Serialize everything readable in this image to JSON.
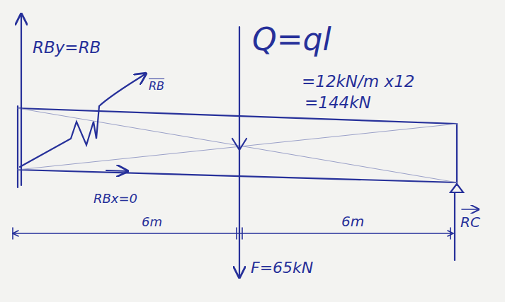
{
  "diagram": {
    "labels": [
      "RBy=RB",
      "RB",
      "Q=ql",
      "=12kN/m x12",
      "=144kN",
      "RBx=0",
      "6m",
      "6m",
      "RC",
      "F=65kN"
    ]
  }
}
